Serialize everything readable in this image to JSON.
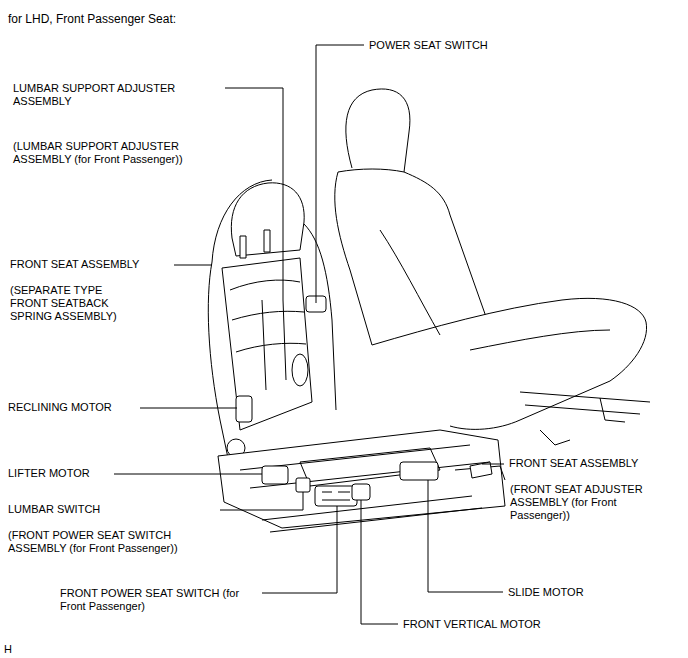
{
  "diagram": {
    "title": "for LHD, Front Passenger Seat:",
    "labels": [
      "POWER SEAT SWITCH",
      "LUMBAR SUPPORT ADJUSTER ASSEMBLY",
      "(LUMBAR SUPPORT ADJUSTER ASSEMBLY (for Front Passenger))",
      "FRONT SEAT ASSEMBLY",
      "(SEPARATE TYPE FRONT SEATBACK SPRING ASSEMBLY)",
      "RECLINING MOTOR",
      "FRONT SEAT ASSEMBLY",
      "(FRONT SEAT ADJUSTER ASSEMBLY (for Front Passenger))",
      "LIFTER MOTOR",
      "LUMBAR SWITCH",
      "(FRONT POWER SEAT SWITCH ASSEMBLY (for Front Passenger))",
      "SLIDE MOTOR",
      "FRONT POWER SEAT SWITCH (for Front Passenger)",
      "FRONT VERTICAL MOTOR",
      "H"
    ]
  }
}
